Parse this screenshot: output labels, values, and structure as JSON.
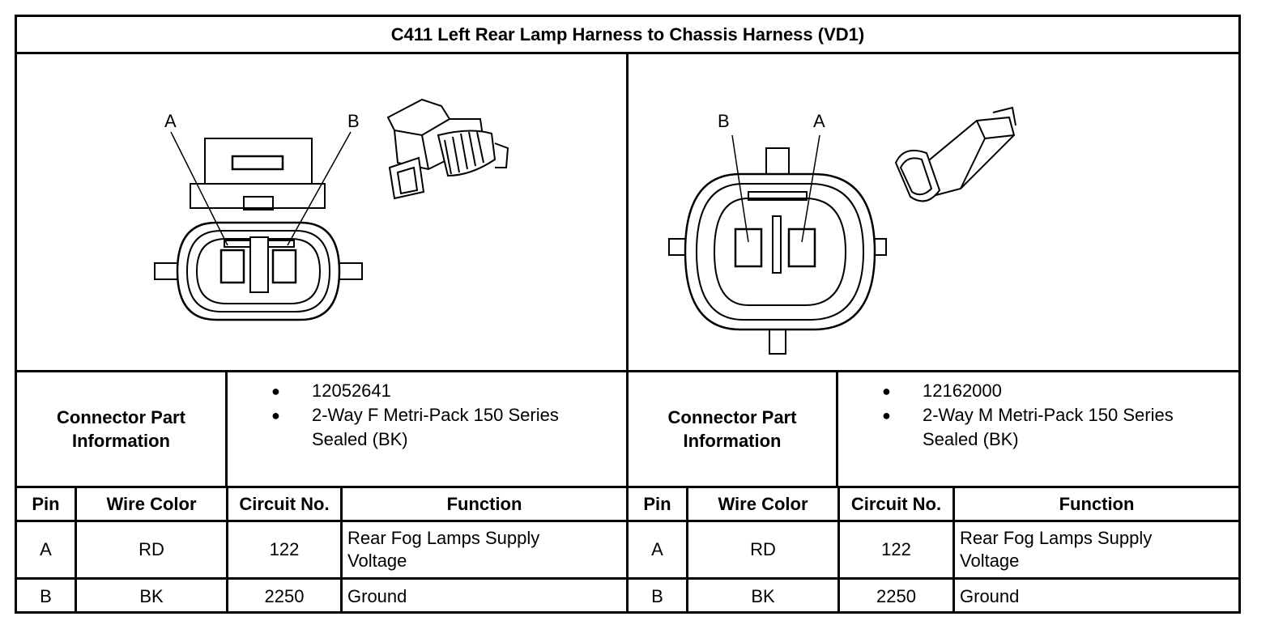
{
  "title": "C411 Left Rear Lamp Harness to Chassis Harness (VD1)",
  "left": {
    "pin_labels": [
      "A",
      "B"
    ],
    "connector_label": "Connector Part Information",
    "parts": [
      "12052641",
      "2-Way F Metri-Pack 150 Series Sealed (BK)"
    ],
    "headers": [
      "Pin",
      "Wire Color",
      "Circuit No.",
      "Function"
    ],
    "rows": [
      {
        "pin": "A",
        "color": "RD",
        "circuit": "122",
        "function": "Rear Fog Lamps Supply Voltage"
      },
      {
        "pin": "B",
        "color": "BK",
        "circuit": "2250",
        "function": "Ground"
      }
    ]
  },
  "right": {
    "pin_labels": [
      "B",
      "A"
    ],
    "connector_label": "Connector Part Information",
    "parts": [
      "12162000",
      "2-Way M Metri-Pack 150 Series Sealed (BK)"
    ],
    "headers": [
      "Pin",
      "Wire Color",
      "Circuit No.",
      "Function"
    ],
    "rows": [
      {
        "pin": "A",
        "color": "RD",
        "circuit": "122",
        "function": "Rear Fog Lamps Supply Voltage"
      },
      {
        "pin": "B",
        "color": "BK",
        "circuit": "2250",
        "function": "Ground"
      }
    ]
  }
}
